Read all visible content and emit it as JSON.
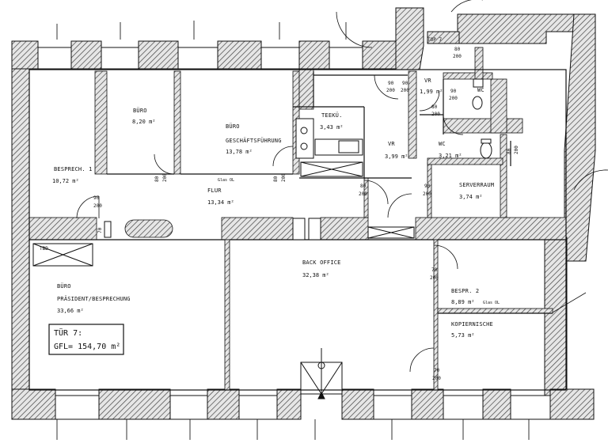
{
  "rooms": {
    "bespr1": {
      "name": "BESPRECH. 1",
      "area": "10,72 m²"
    },
    "buero1": {
      "name": "BÜRO",
      "area": "8,20 m²"
    },
    "gf": {
      "name": "BÜRO",
      "name2": "GESCHÄFTSFÜHRUNG",
      "area": "13,78 m²"
    },
    "teekue": {
      "name": "TEEKÜ.",
      "area": "3,43 m²"
    },
    "vr_top": {
      "name": "VR",
      "area": "1,99 m²"
    },
    "vr_mid": {
      "name": "VR",
      "area": "3,99 m²"
    },
    "wc1": {
      "name": "WC",
      "area": "3,21 m²"
    },
    "wc2": {
      "name": "WC"
    },
    "server": {
      "name": "SERVERRAUM",
      "area": "3,74 m²"
    },
    "flur": {
      "name": "FLUR",
      "area": "13,34 m²"
    },
    "praes": {
      "name": "BÜRO",
      "name2": "PRÄSIDENT/BESPRECHUNG",
      "area": "33,66 m²"
    },
    "back": {
      "name": "BACK OFFICE",
      "area": "32,38 m²"
    },
    "bespr2": {
      "name": "BESPR. 2",
      "area": "8,89 m²"
    },
    "kopier": {
      "name": "KOPIERNISCHE",
      "area": "5,73 m²"
    }
  },
  "summary": {
    "line1": "TÜR 7:",
    "line2": "GFL= 154,70 m²"
  },
  "labels": {
    "top7": "TOP 7",
    "glas1": "Glas OL",
    "glas2": "Glas OL",
    "tbd": "TBD",
    "num_70": "70"
  },
  "doors": [
    {
      "w": "90",
      "h": "200"
    },
    {
      "w": "80",
      "h": "200"
    },
    {
      "w": "80",
      "h": "200"
    },
    {
      "w": "80",
      "h": "200"
    },
    {
      "w": "90",
      "h": "200"
    },
    {
      "w": "90",
      "h": "200"
    },
    {
      "w": "80",
      "h": "200"
    },
    {
      "w": "90",
      "h": "200"
    },
    {
      "w": "80",
      "h": "200"
    },
    {
      "w": "70",
      "h": "200"
    },
    {
      "w": "70",
      "h": "200"
    },
    {
      "w": "80",
      "h": "200"
    },
    {
      "w": "90",
      "h": "200"
    }
  ],
  "colors": {
    "wall": "#1a1a1a",
    "hatch": "#8a8a8a",
    "bg": "#ffffff"
  }
}
